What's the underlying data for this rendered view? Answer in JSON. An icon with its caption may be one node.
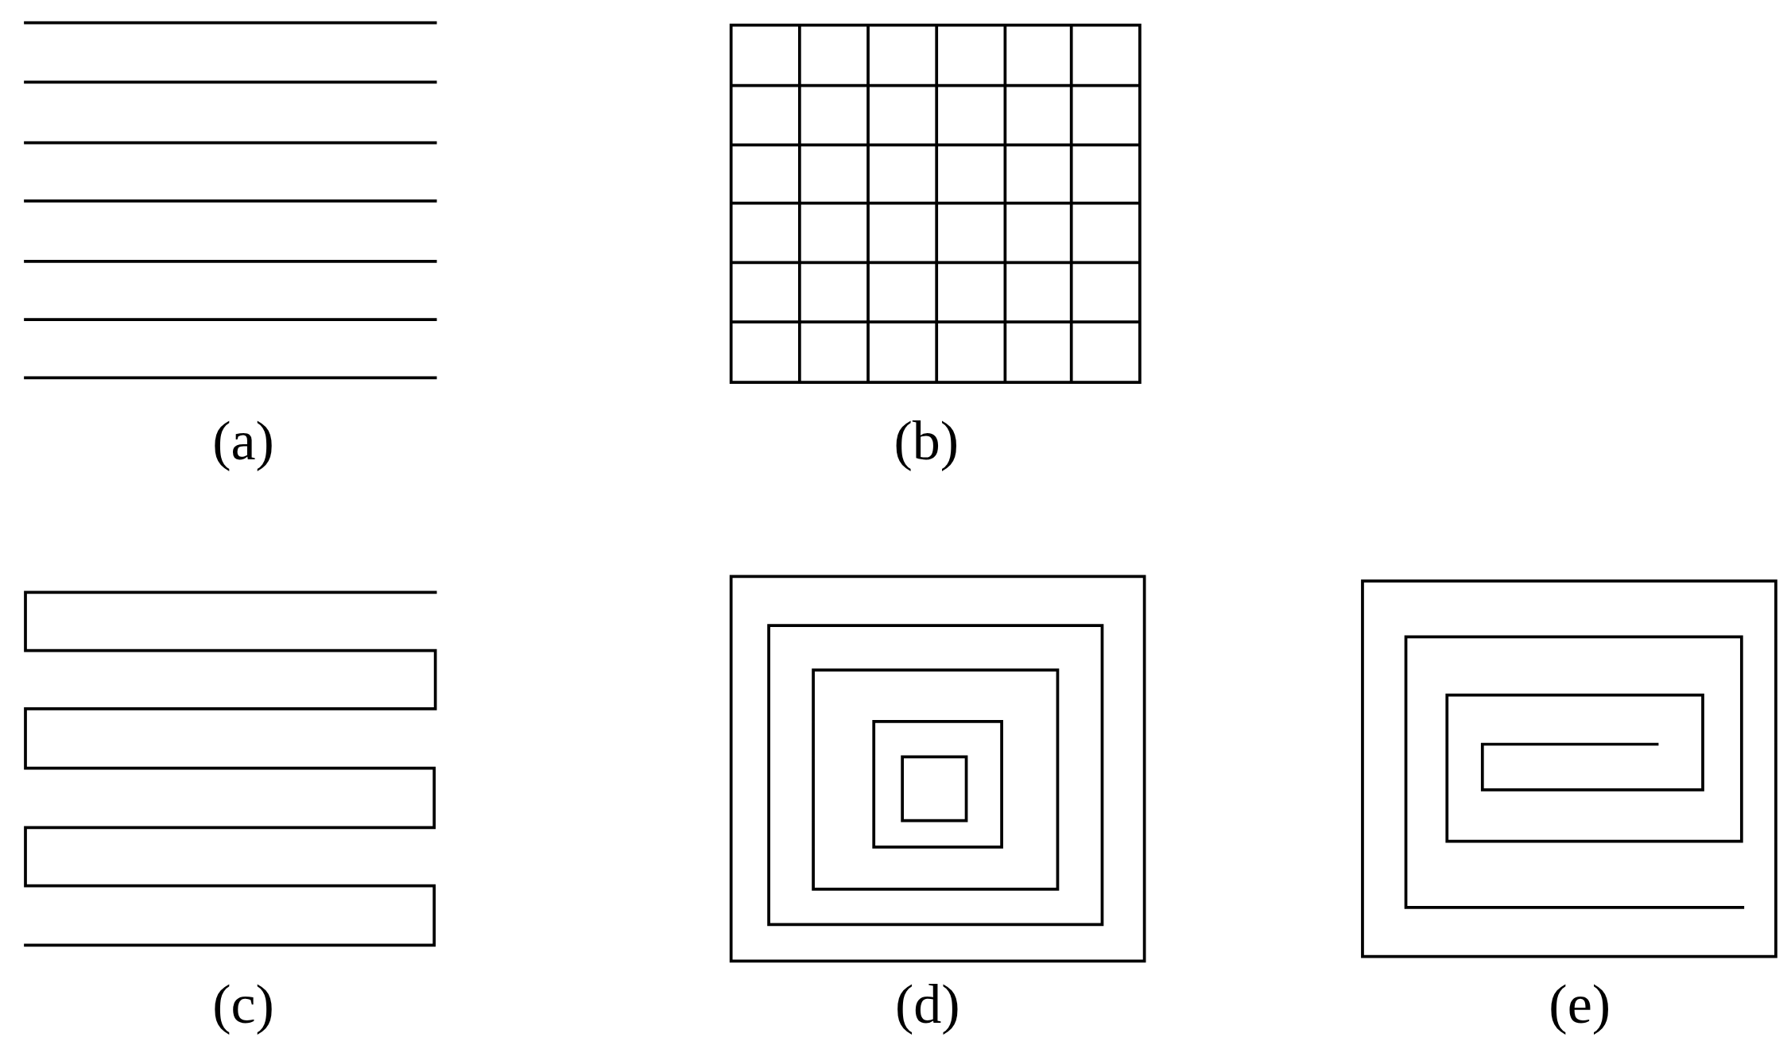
{
  "diagram": {
    "labels": [
      "(a)",
      "(b)",
      "(c)",
      "(d)",
      "(e)"
    ]
  }
}
